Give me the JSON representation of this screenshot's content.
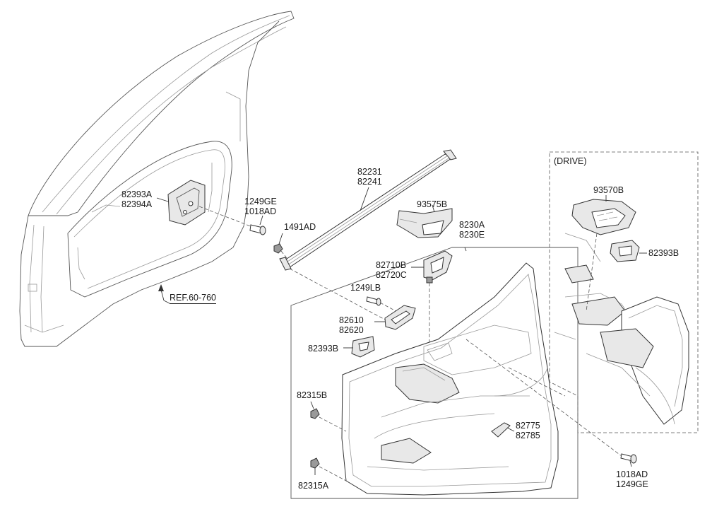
{
  "labels": {
    "p82393A": "82393A",
    "p82394A": "82394A",
    "p1249GE_top": "1249GE",
    "p1018AD_top": "1018AD",
    "p1491AD": "1491AD",
    "p82231": "82231",
    "p82241": "82241",
    "p93575B": "93575B",
    "p8230A": "8230A",
    "p8230E": "8230E",
    "p82710B": "82710B",
    "p82720C": "82720C",
    "p1249LB": "1249LB",
    "p82610": "82610",
    "p82620": "82620",
    "p82393B_left": "82393B",
    "p82315B": "82315B",
    "p82315A": "82315A",
    "p82775": "82775",
    "p82785": "82785",
    "p1018AD_bottom": "1018AD",
    "p1249GE_bottom": "1249GE",
    "drive_title": "(DRIVE)",
    "p93570B": "93570B",
    "p82393B_drive": "82393B",
    "ref": "REF.60-760"
  }
}
